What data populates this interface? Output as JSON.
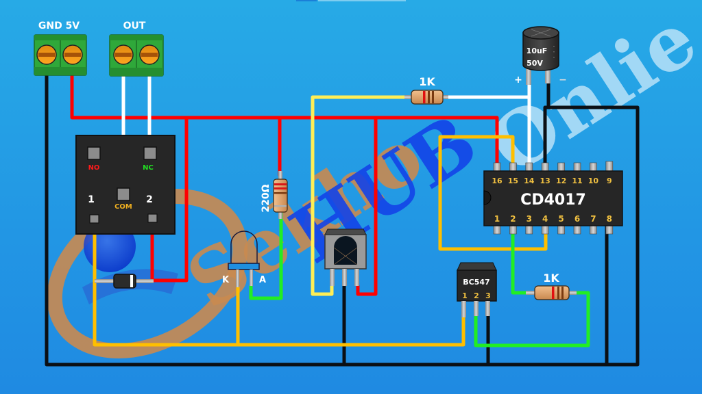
{
  "diagram": {
    "title": "CD4017 IR remote relay toggle circuit",
    "watermark": {
      "text_part1": "Sekho",
      "text_part2": "HUB",
      "text_part3": ".Onlie"
    },
    "terminals": [
      {
        "id": "power",
        "label": "GND 5V",
        "pins": [
          "GND",
          "5V"
        ]
      },
      {
        "id": "output",
        "label": "OUT",
        "pins": [
          "COM",
          "NC"
        ]
      }
    ],
    "relay": {
      "pins": {
        "no": "NO",
        "nc": "NC",
        "com": "COM",
        "coil1": "1",
        "coil2": "2"
      }
    },
    "capacitor": {
      "value": "10uF",
      "voltage": "50V",
      "plus": "+",
      "minus": "−"
    },
    "resistors": [
      {
        "id": "r1",
        "label": "1K"
      },
      {
        "id": "r2",
        "label": "220Ω"
      },
      {
        "id": "r3",
        "label": "1K"
      }
    ],
    "led": {
      "cathode": "K",
      "anode": "A"
    },
    "ic": {
      "name": "CD4017",
      "top_pins": [
        "16",
        "15",
        "14",
        "13",
        "12",
        "11",
        "10",
        "9"
      ],
      "bottom_pins": [
        "1",
        "2",
        "3",
        "4",
        "5",
        "6",
        "7",
        "8"
      ]
    },
    "transistor": {
      "name": "BC547",
      "pins": [
        "1",
        "2",
        "3"
      ]
    },
    "ir_receiver": {
      "name": "IR receiver"
    },
    "diode": {
      "name": "diode"
    },
    "colors": {
      "background": "#24a0e5",
      "wire_red": "#ff0000",
      "wire_black": "#0b0f14",
      "wire_white": "#ffffff",
      "wire_yellow": "#ffee55",
      "wire_orange": "#ffbf00",
      "wire_green": "#22ee22",
      "terminal_green": "#2fa83a",
      "screw_orange": "#f39c12",
      "pin_label": "#f0c040"
    }
  }
}
